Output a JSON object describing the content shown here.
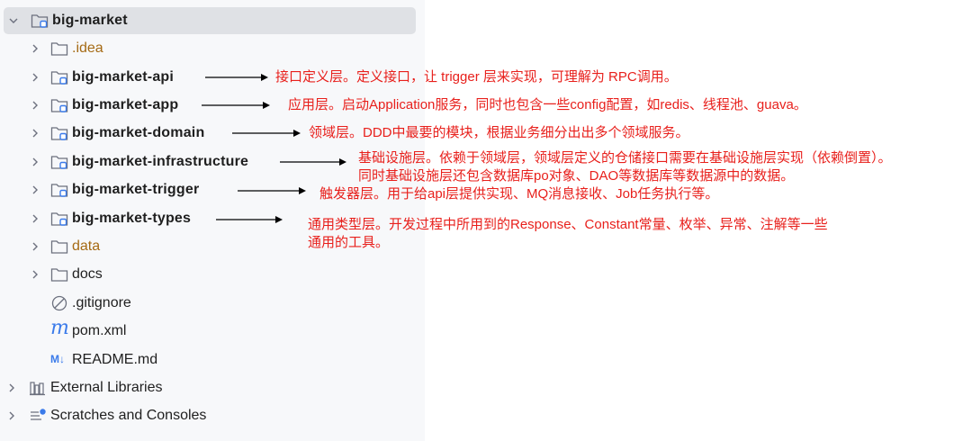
{
  "tree": {
    "root": {
      "label": "big-market",
      "expanded": true
    },
    "items": [
      {
        "label": ".idea",
        "type": "folder",
        "style": "orange"
      },
      {
        "label": "big-market-api",
        "type": "module",
        "style": "bold"
      },
      {
        "label": "big-market-app",
        "type": "module",
        "style": "bold"
      },
      {
        "label": "big-market-domain",
        "type": "module",
        "style": "bold"
      },
      {
        "label": "big-market-infrastructure",
        "type": "module",
        "style": "bold"
      },
      {
        "label": "big-market-trigger",
        "type": "module",
        "style": "bold"
      },
      {
        "label": "big-market-types",
        "type": "module",
        "style": "bold"
      },
      {
        "label": "data",
        "type": "folder",
        "style": "orange"
      },
      {
        "label": "docs",
        "type": "folder",
        "style": "normal"
      },
      {
        "label": ".gitignore",
        "type": "file",
        "icon": "gitignore-icon"
      },
      {
        "label": "pom.xml",
        "type": "file",
        "icon": "maven-icon"
      },
      {
        "label": "README.md",
        "type": "file",
        "icon": "markdown-icon"
      }
    ],
    "external_libraries": "External Libraries",
    "scratches": "Scratches and Consoles",
    "maven_glyph": "m",
    "markdown_glyph": "M↓"
  },
  "annotations": {
    "api": "接口定义层。定义接口，让 trigger 层来实现，可理解为 RPC调用。",
    "app": "应用层。启动Application服务，同时也包含一些config配置，如redis、线程池、guava。",
    "domain": "领域层。DDD中最要的模块，根据业务细分出出多个领域服务。",
    "infrastructure_1": "基础设施层。依赖于领域层，领域层定义的仓储接口需要在基础设施层实现（依赖倒置）。",
    "infrastructure_2": "同时基础设施层还包含数据库po对象、DAO等数据库等数据源中的数据。",
    "trigger": "触发器层。用于给api层提供实现、MQ消息接收、Job任务执行等。",
    "types_1": "通用类型层。开发过程中所用到的Response、Constant常量、枚举、异常、注解等一些",
    "types_2": "通用的工具。"
  },
  "colors": {
    "annotation": "#e8201c",
    "folder_orange": "#a56a14",
    "module_blue": "#3b7bea",
    "selection": "#dfe1e5",
    "panel": "#f7f8fa"
  }
}
